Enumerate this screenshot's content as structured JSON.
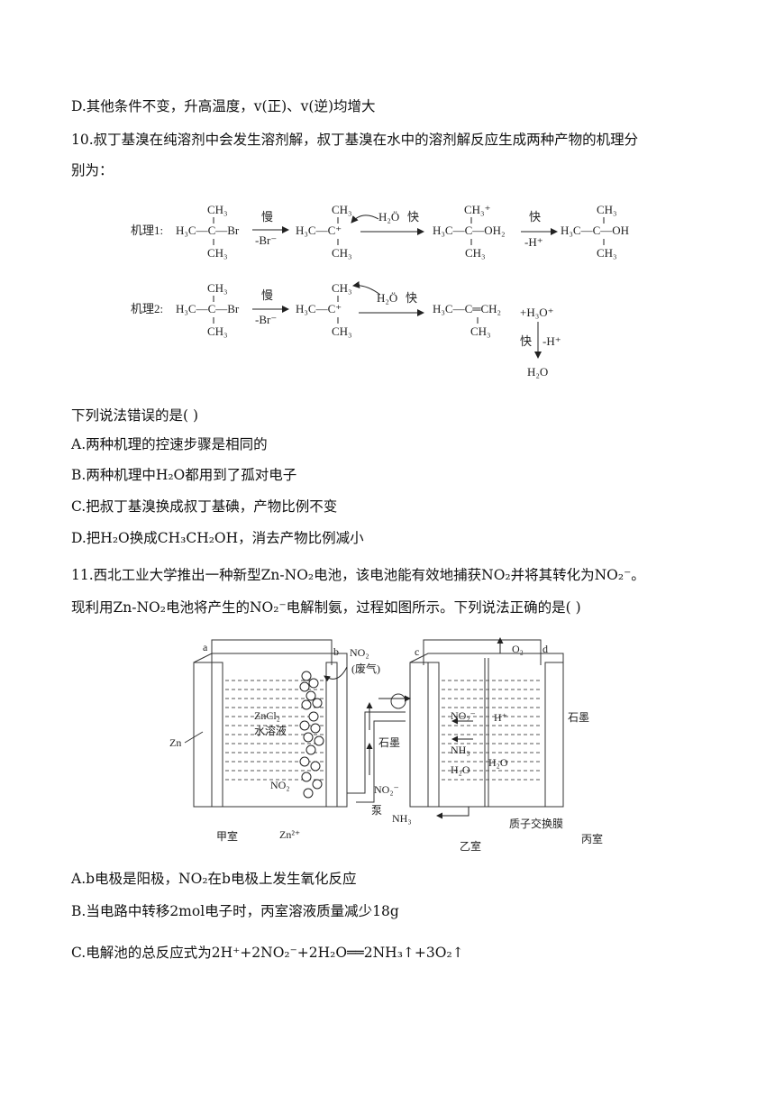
{
  "lines": {
    "d_prev": "D.其他条件不变，升高温度，v(正)、v(逆)均增大",
    "q10_stem1": "10.叔丁基溴在纯溶剂中会发生溶剂解，叔丁基溴在水中的溶剂解反应生成两种产物的机理分",
    "q10_stem2": "别为：",
    "q10_ask": "下列说法错误的是(   )",
    "q10_A": "A.两种机理的控速步骤是相同的",
    "q10_B": "B.两种机理中H₂O都用到了孤对电子",
    "q10_C": "C.把叔丁基溴换成叔丁基碘，产物比例不变",
    "q10_D": "D.把H₂O换成CH₃CH₂OH，消去产物比例减小",
    "q11_stem1": "11.西北工业大学推出一种新型Zn-NO₂电池，该电池能有效地捕获NO₂并将其转化为NO₂⁻。",
    "q11_stem2": "现利用Zn-NO₂电池将产生的NO₂⁻电解制氨，过程如图所示。下列说法正确的是(   )",
    "q11_A": "A.b电极是阳极，NO₂在b电极上发生氧化反应",
    "q11_B": "B.当电路中转移2mol电子时，丙室溶液质量减少18g",
    "q11_C": "C.电解池的总反应式为2H⁺+2NO₂⁻+2H₂O══2NH₃↑+3O₂↑"
  },
  "mechanism": {
    "m1_label": "机理1:",
    "m2_label": "机理2:",
    "slow": "慢",
    "fast": "快",
    "minus_br": "-Br⁻",
    "minus_h": "-H⁺",
    "h2o": "H₂Ö",
    "h3o": "+H₃O⁺",
    "water": "H₂O"
  },
  "cell": {
    "a": "a",
    "b": "b",
    "c": "c",
    "d": "d",
    "no2_gas": "NO₂",
    "waste_gas": "(废气)",
    "zncl2": "ZnCl₂",
    "solution": "水溶液",
    "zn": "Zn",
    "no2": "NO₂",
    "no2_minus": "NO₂⁻",
    "graphite": "石墨",
    "h_plus": "H⁺",
    "nh3": "NH₃",
    "h2o": "H₂O",
    "o2": "O₂",
    "pump": "泵",
    "zn2": "Zn²⁺",
    "room_jia": "甲室",
    "room_yi": "乙室",
    "room_bing": "丙室",
    "membrane": "质子交换膜"
  }
}
